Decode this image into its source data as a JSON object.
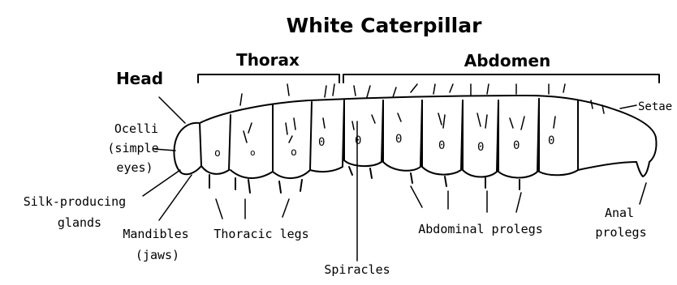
{
  "diagram": {
    "title": "White Caterpillar",
    "sections": {
      "thorax": "Thorax",
      "abdomen": "Abdomen",
      "head": "Head"
    },
    "labels": {
      "ocelli_1": "Ocelli",
      "ocelli_2": "(simple",
      "ocelli_3": "eyes)",
      "silk_1": "Silk-producing",
      "silk_2": "glands",
      "mandibles_1": "Mandibles",
      "mandibles_2": "(jaws)",
      "thoracic_legs": "Thoracic legs",
      "spiracles": "Spiracles",
      "abdominal_prolegs": "Abdominal prolegs",
      "anal_1": "Anal",
      "anal_2": "prolegs",
      "setae": "Setae"
    },
    "spiracle_marks": [
      "o",
      "o",
      "o",
      "0",
      "0",
      "0",
      "0",
      "0",
      "0",
      "0"
    ]
  }
}
